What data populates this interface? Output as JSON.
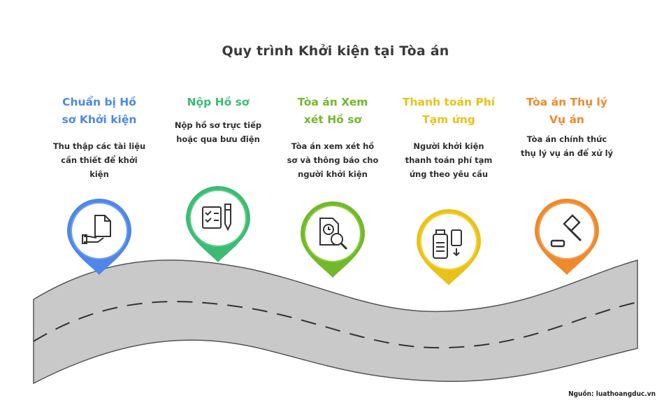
{
  "title": "Quy trình Khởi kiện tại Tòa án",
  "source": "Nguồn: luathoangduc.vn",
  "steps": [
    {
      "title_lines": [
        "Chuẩn bị Hồ",
        "sơ Khởi kiện"
      ],
      "desc_lines": [
        "Thu thập các tài liệu",
        "cần thiết để khởi",
        "kiện"
      ],
      "color": "#4f86e8",
      "ring_color": "#6e9ff0",
      "icon": "hand-document-icon"
    },
    {
      "title_lines": [
        "Nộp Hồ sơ"
      ],
      "desc_lines": [
        "Nộp hồ sơ trực tiếp",
        "hoặc qua bưu điện"
      ],
      "color": "#3dbb74",
      "ring_color": "#52cf86",
      "icon": "checklist-pen-icon"
    },
    {
      "title_lines": [
        "Tòa án Xem",
        "xét Hồ sơ"
      ],
      "desc_lines": [
        "Tòa án xem xét hồ",
        "sơ và thông báo cho",
        "người khởi kiện"
      ],
      "color": "#72b82c",
      "ring_color": "#8bcc3a",
      "icon": "document-search-icon"
    },
    {
      "title_lines": [
        "Thanh toán Phí",
        "Tạm ứng"
      ],
      "desc_lines": [
        "Người khởi kiện",
        "thanh toán phí tạm",
        "ứng theo yêu cầu"
      ],
      "color": "#e8c21a",
      "ring_color": "#f2d43a",
      "icon": "payment-terminal-icon"
    },
    {
      "title_lines": [
        "Tòa án Thụ lý",
        "Vụ án"
      ],
      "desc_lines": [
        "Tòa án chính thức",
        "thụ lý vụ án để xử lý"
      ],
      "color": "#ee8a2c",
      "ring_color": "#f2a050",
      "icon": "gavel-icon"
    }
  ]
}
